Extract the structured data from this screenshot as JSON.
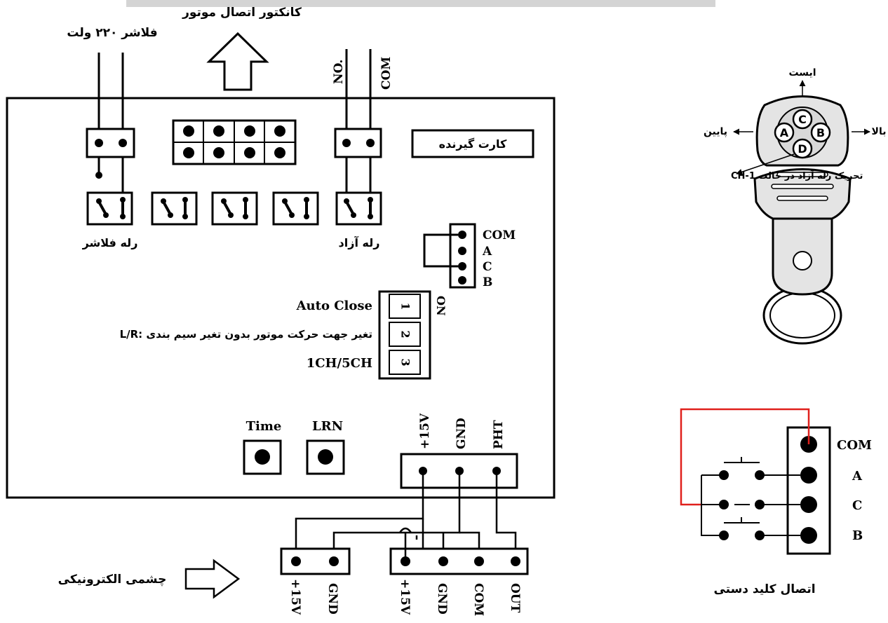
{
  "header": {
    "motor_connector": "کانکتور اتصال موتور",
    "flasher_220": "فلاشر ۲۲۰ ولت",
    "no": "NO.",
    "com": "COM"
  },
  "board": {
    "receiver_card": "کارت گیرنده",
    "flasher_relay": "رله فلاشر",
    "free_relay": "رله آزاد",
    "receiver_pins": [
      "COM",
      "A",
      "C",
      "B"
    ],
    "dip": {
      "on": "ON",
      "numbers": [
        "1",
        "2",
        "3"
      ],
      "labels": [
        "Auto Close",
        "L/R: تغیر جهت حرکت موتور بدون تغیر سیم بندی",
        "1CH/5CH"
      ]
    },
    "time": "Time",
    "lrn": "LRN",
    "terminal_top": [
      "+15V",
      "GND",
      "PHT"
    ]
  },
  "photocell": {
    "label": "چشمی الکترونیکی",
    "left_terminal": [
      "+15V",
      "GND"
    ],
    "right_terminal": [
      "+15V",
      "GND",
      "COM",
      "OUT"
    ]
  },
  "remote": {
    "stop": "ایست",
    "down": "پایین",
    "up": "بالا",
    "free_relay_1ch": "تحریک رله آزاد در حالت 1-CH",
    "buttons": [
      "C",
      "A",
      "B",
      "D"
    ]
  },
  "manual_key": {
    "label": "اتصال کلید دستی",
    "pins": [
      "COM",
      "A",
      "C",
      "B"
    ]
  },
  "colors": {
    "line": "#000000",
    "red_wire": "#e0201c",
    "remote_fill": "#e4e4e4",
    "banner": "#d4d4d4"
  }
}
